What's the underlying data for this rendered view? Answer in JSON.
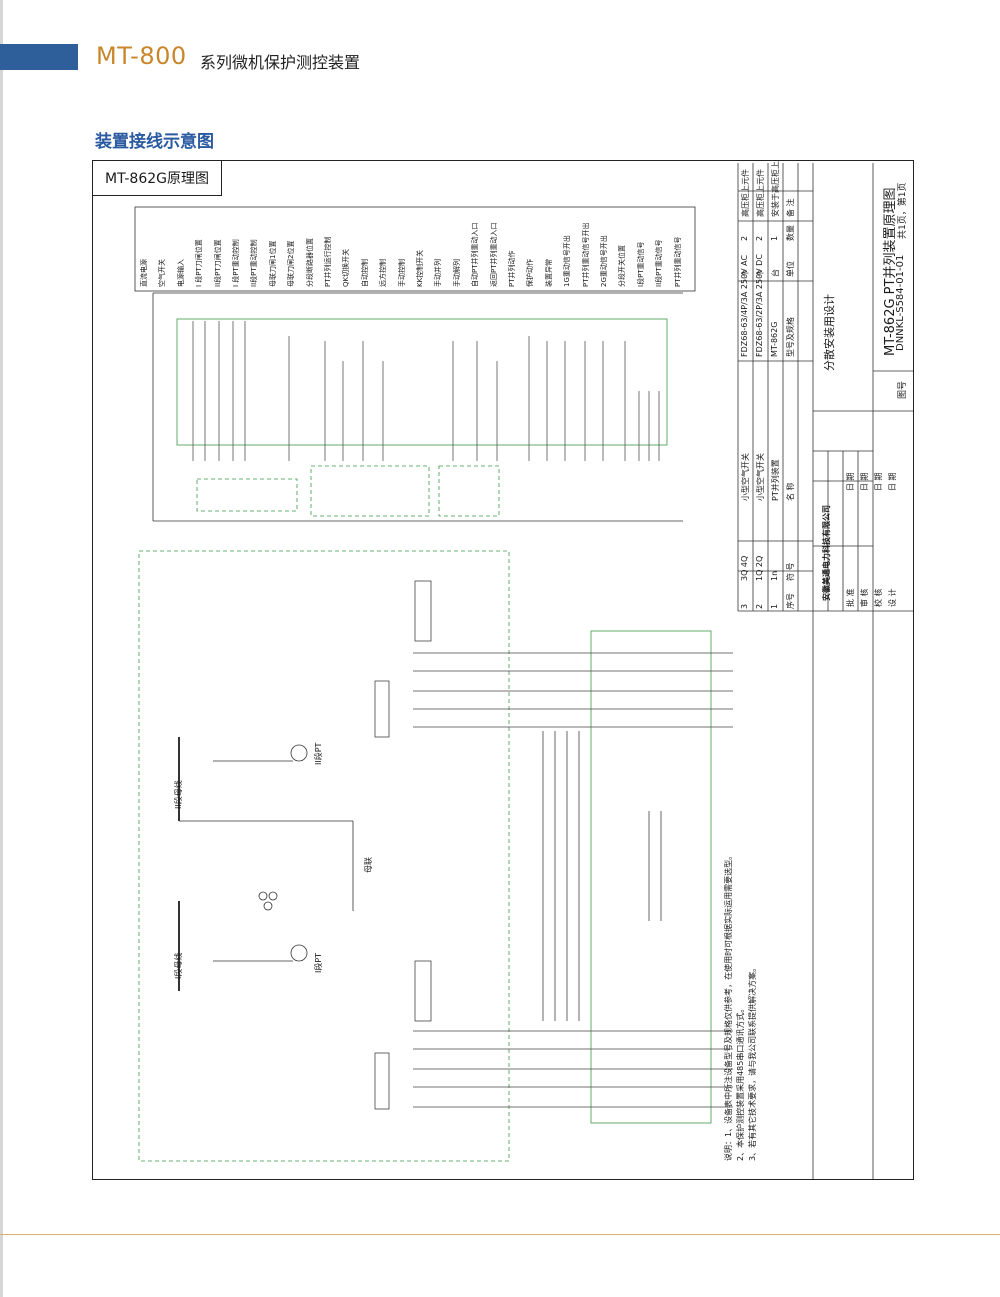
{
  "header": {
    "brand": "MT-800",
    "series": "系列微机保护测控装置"
  },
  "section_title": "装置接线示意图",
  "diagram": {
    "title": "MT-862G原理图",
    "function_labels": [
      "直流电源",
      "空气开关",
      "电源输入",
      "I 段PT刀闸位置",
      "II段PT刀闸位置",
      "I 段PT重动控制",
      "II段PT重动控制",
      "母联刀闸1位置",
      "母联刀闸2位置",
      "分段断路器位置",
      "PT并列运行控制",
      "QK切换开关",
      "自动控制",
      "远方控制",
      "手动控制",
      "KK控制开关",
      "手动并列",
      "手动解列",
      "自动PT并列重动入口",
      "返回PT并列重动入口",
      "PT并列动作",
      "保护动作",
      "装置异常",
      "1G重动信号开出",
      "PT并列重动信号开出",
      "2G重动信号开出",
      "分段开关位置",
      "I段PT重动信号",
      "II段PT重动信号",
      "PT并列重动信号"
    ],
    "busbar_labels": [
      "II段母线",
      "I段母线",
      "母联",
      "I段PT",
      "II段PT"
    ],
    "notes": [
      "说明：1、设备表中所注设备型号及规格仅供参考，在使用时可根据实际运用需要选型。",
      "2、本保护测控装置采用485串口通讯方式。",
      "3、若有其它技术要求，请与我公司联系提供解决方案。"
    ]
  },
  "equipment_table": {
    "headers": [
      "序号",
      "符 号",
      "名 称",
      "型号及规格",
      "单位",
      "数量",
      "备 注"
    ],
    "rows": [
      [
        "1",
        "1n",
        "PT并列装置",
        "MT-862G",
        "台",
        "1",
        "安装于高压柜上"
      ],
      [
        "2",
        "1Q 2Q",
        "小型空气开关",
        "FDZ68-63/2P/3A 250V DC",
        "个",
        "2",
        "高压柜上元件"
      ],
      [
        "3",
        "3Q 4Q",
        "小型空气开关",
        "FDZ68-63/4P/3A 250V AC",
        "个",
        "2",
        "高压柜上元件"
      ]
    ]
  },
  "title_block": {
    "company": "安徽美通电力科技有限公司",
    "design_type": "分散安装用设计",
    "drawing_title": "MT-862G PT并列装置原理图",
    "drawing_number": "DNNKL-S584-01-01",
    "sheet": "共1页，第1页",
    "drawing_number_label": "图号",
    "sign_rows": [
      {
        "role": "批 准",
        "date": "日 期"
      },
      {
        "role": "审 核",
        "date": "日 期"
      },
      {
        "role": "校 核",
        "date": "日 期"
      },
      {
        "role": "设 计",
        "date": "日 期"
      }
    ]
  }
}
